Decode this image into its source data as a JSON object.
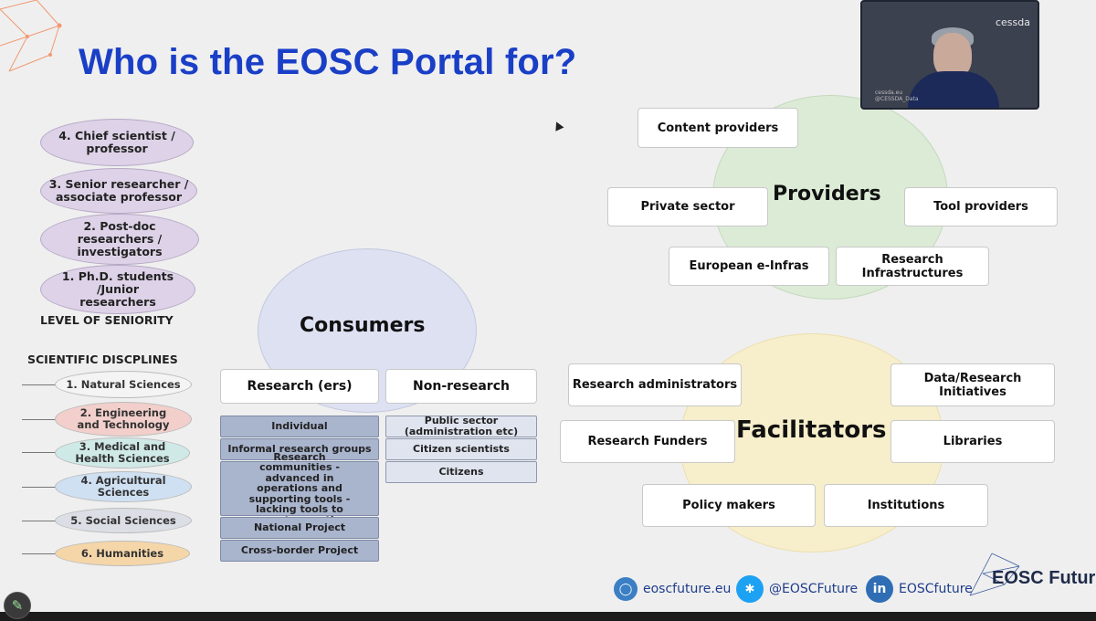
{
  "title": "Who is the EOSC Portal for?",
  "seniority": {
    "levels": [
      "4. Chief scientist / professor",
      "3. Senior researcher / associate professor",
      "2. Post-doc researchers / investigators",
      "1.  Ph.D. students /Junior researchers"
    ],
    "label": "LEVEL OF SENIORITY"
  },
  "disciplines": {
    "label": "SCIENTIFIC DISCPLINES",
    "items": [
      "1. Natural Sciences",
      "2. Engineering and Technology",
      "3. Medical and Health Sciences",
      "4. Agricultural Sciences",
      "5. Social Sciences",
      "6. Humanities"
    ]
  },
  "consumers": {
    "label": "Consumers",
    "research_header": "Research (ers)",
    "nonresearch_header": "Non-research",
    "research_items": [
      "Individual",
      "Informal research groups",
      "Research communities - advanced in operations and supporting tools - lacking tools to support operations",
      "National Project",
      "Cross-border Project"
    ],
    "nonresearch_items": [
      "Public sector (administration etc)",
      "Citizen scientists",
      "Citizens"
    ]
  },
  "providers": {
    "label": "Providers",
    "items": [
      "Content providers",
      "Private sector",
      "Tool providers",
      "European e-Infras",
      "Research Infrastructures"
    ]
  },
  "facilitators": {
    "label": "Facilitators",
    "items": [
      "Research administrators",
      "Data/Research Initiatives",
      "Research Funders",
      "Libraries",
      "Policy makers",
      "Institutions"
    ]
  },
  "footer": {
    "website": "eoscfuture.eu",
    "twitter": "@EOSCFuture",
    "linkedin": "EOSCfuture",
    "logo_text": "EOSC Future"
  },
  "video": {
    "brand": "cessda",
    "caption_line1": "cessda.eu",
    "caption_line2": "@CESSDA_Data"
  },
  "colors": {
    "title": "#1a3fc7",
    "seniority_fill": "#ddd2e7",
    "consumers_circle": "#dde1f2",
    "providers_circle": "#dcebd6",
    "facilitators_circle": "#f7eecb",
    "research_cell": "#a9b4cd"
  },
  "icons": [
    "globe-icon",
    "twitter-icon",
    "linkedin-icon",
    "pencil-icon"
  ]
}
